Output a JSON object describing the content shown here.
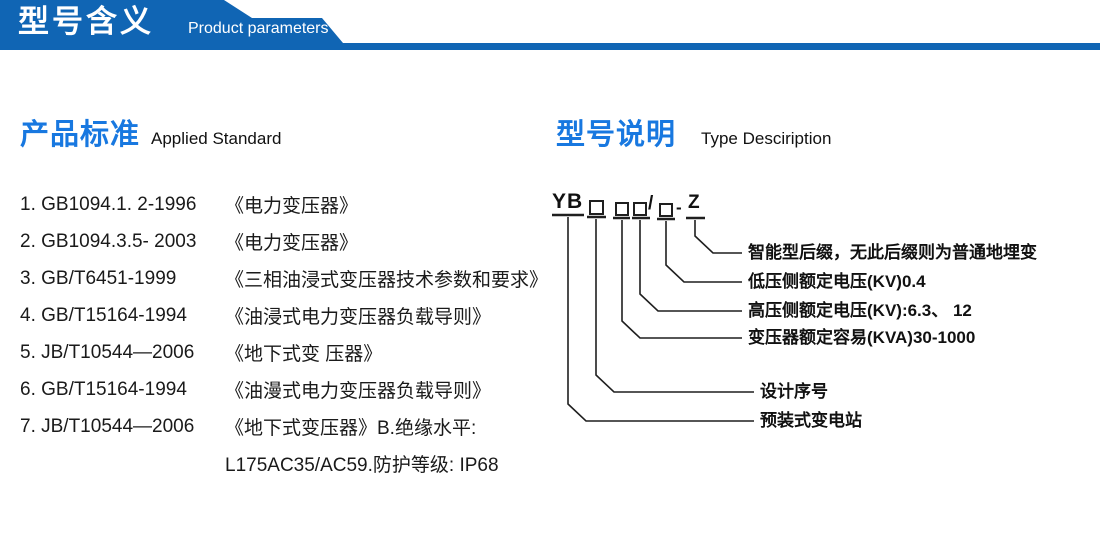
{
  "banner": {
    "title": "型号含义",
    "subtitle": "Product parameters"
  },
  "standards": {
    "title_zh": "产品标准",
    "title_en": "Applied Standard",
    "items": [
      {
        "code": "1. GB1094.1. 2-1996",
        "title": "《电力变压器》"
      },
      {
        "code": "2. GB1094.3.5- 2003",
        "title": "《电力变压器》"
      },
      {
        "code": "3. GB/T6451-1999",
        "title": "《三相油浸式变压器技术参数和要求》"
      },
      {
        "code": "4. GB/T15164-1994",
        "title": "《油浸式电力变压器负载导则》"
      },
      {
        "code": "5. JB/T10544—2006",
        "title": "《地下式变 压器》"
      },
      {
        "code": "6. GB/T15164-1994",
        "title": "《油漫式电力变压器负载导则》"
      },
      {
        "code": "7. JB/T10544—2006",
        "title": "《地下式变压器》B.绝缘水平:"
      }
    ],
    "continuation": "L175AC35/AC59.防护等级: IP68"
  },
  "type_description": {
    "title_zh": "型号说明",
    "title_en": "Type Desciription",
    "code": {
      "prefix": "YB",
      "slash": "/",
      "dash": "-",
      "suffix": "Z",
      "placeholder_box_count": 4
    },
    "labels": [
      "智能型后缀，无此后缀则为普通地埋变",
      "低压侧额定电压(KV)0.4",
      "高压侧额定电压(KV):6.3、 12",
      "变压器额定容易(KVA)30-1000",
      "设计序号",
      "预装式变电站"
    ]
  },
  "colors": {
    "banner_blue": "#1065b4",
    "heading_blue": "#1878e0",
    "diagram_line": "#1f1f1f"
  }
}
